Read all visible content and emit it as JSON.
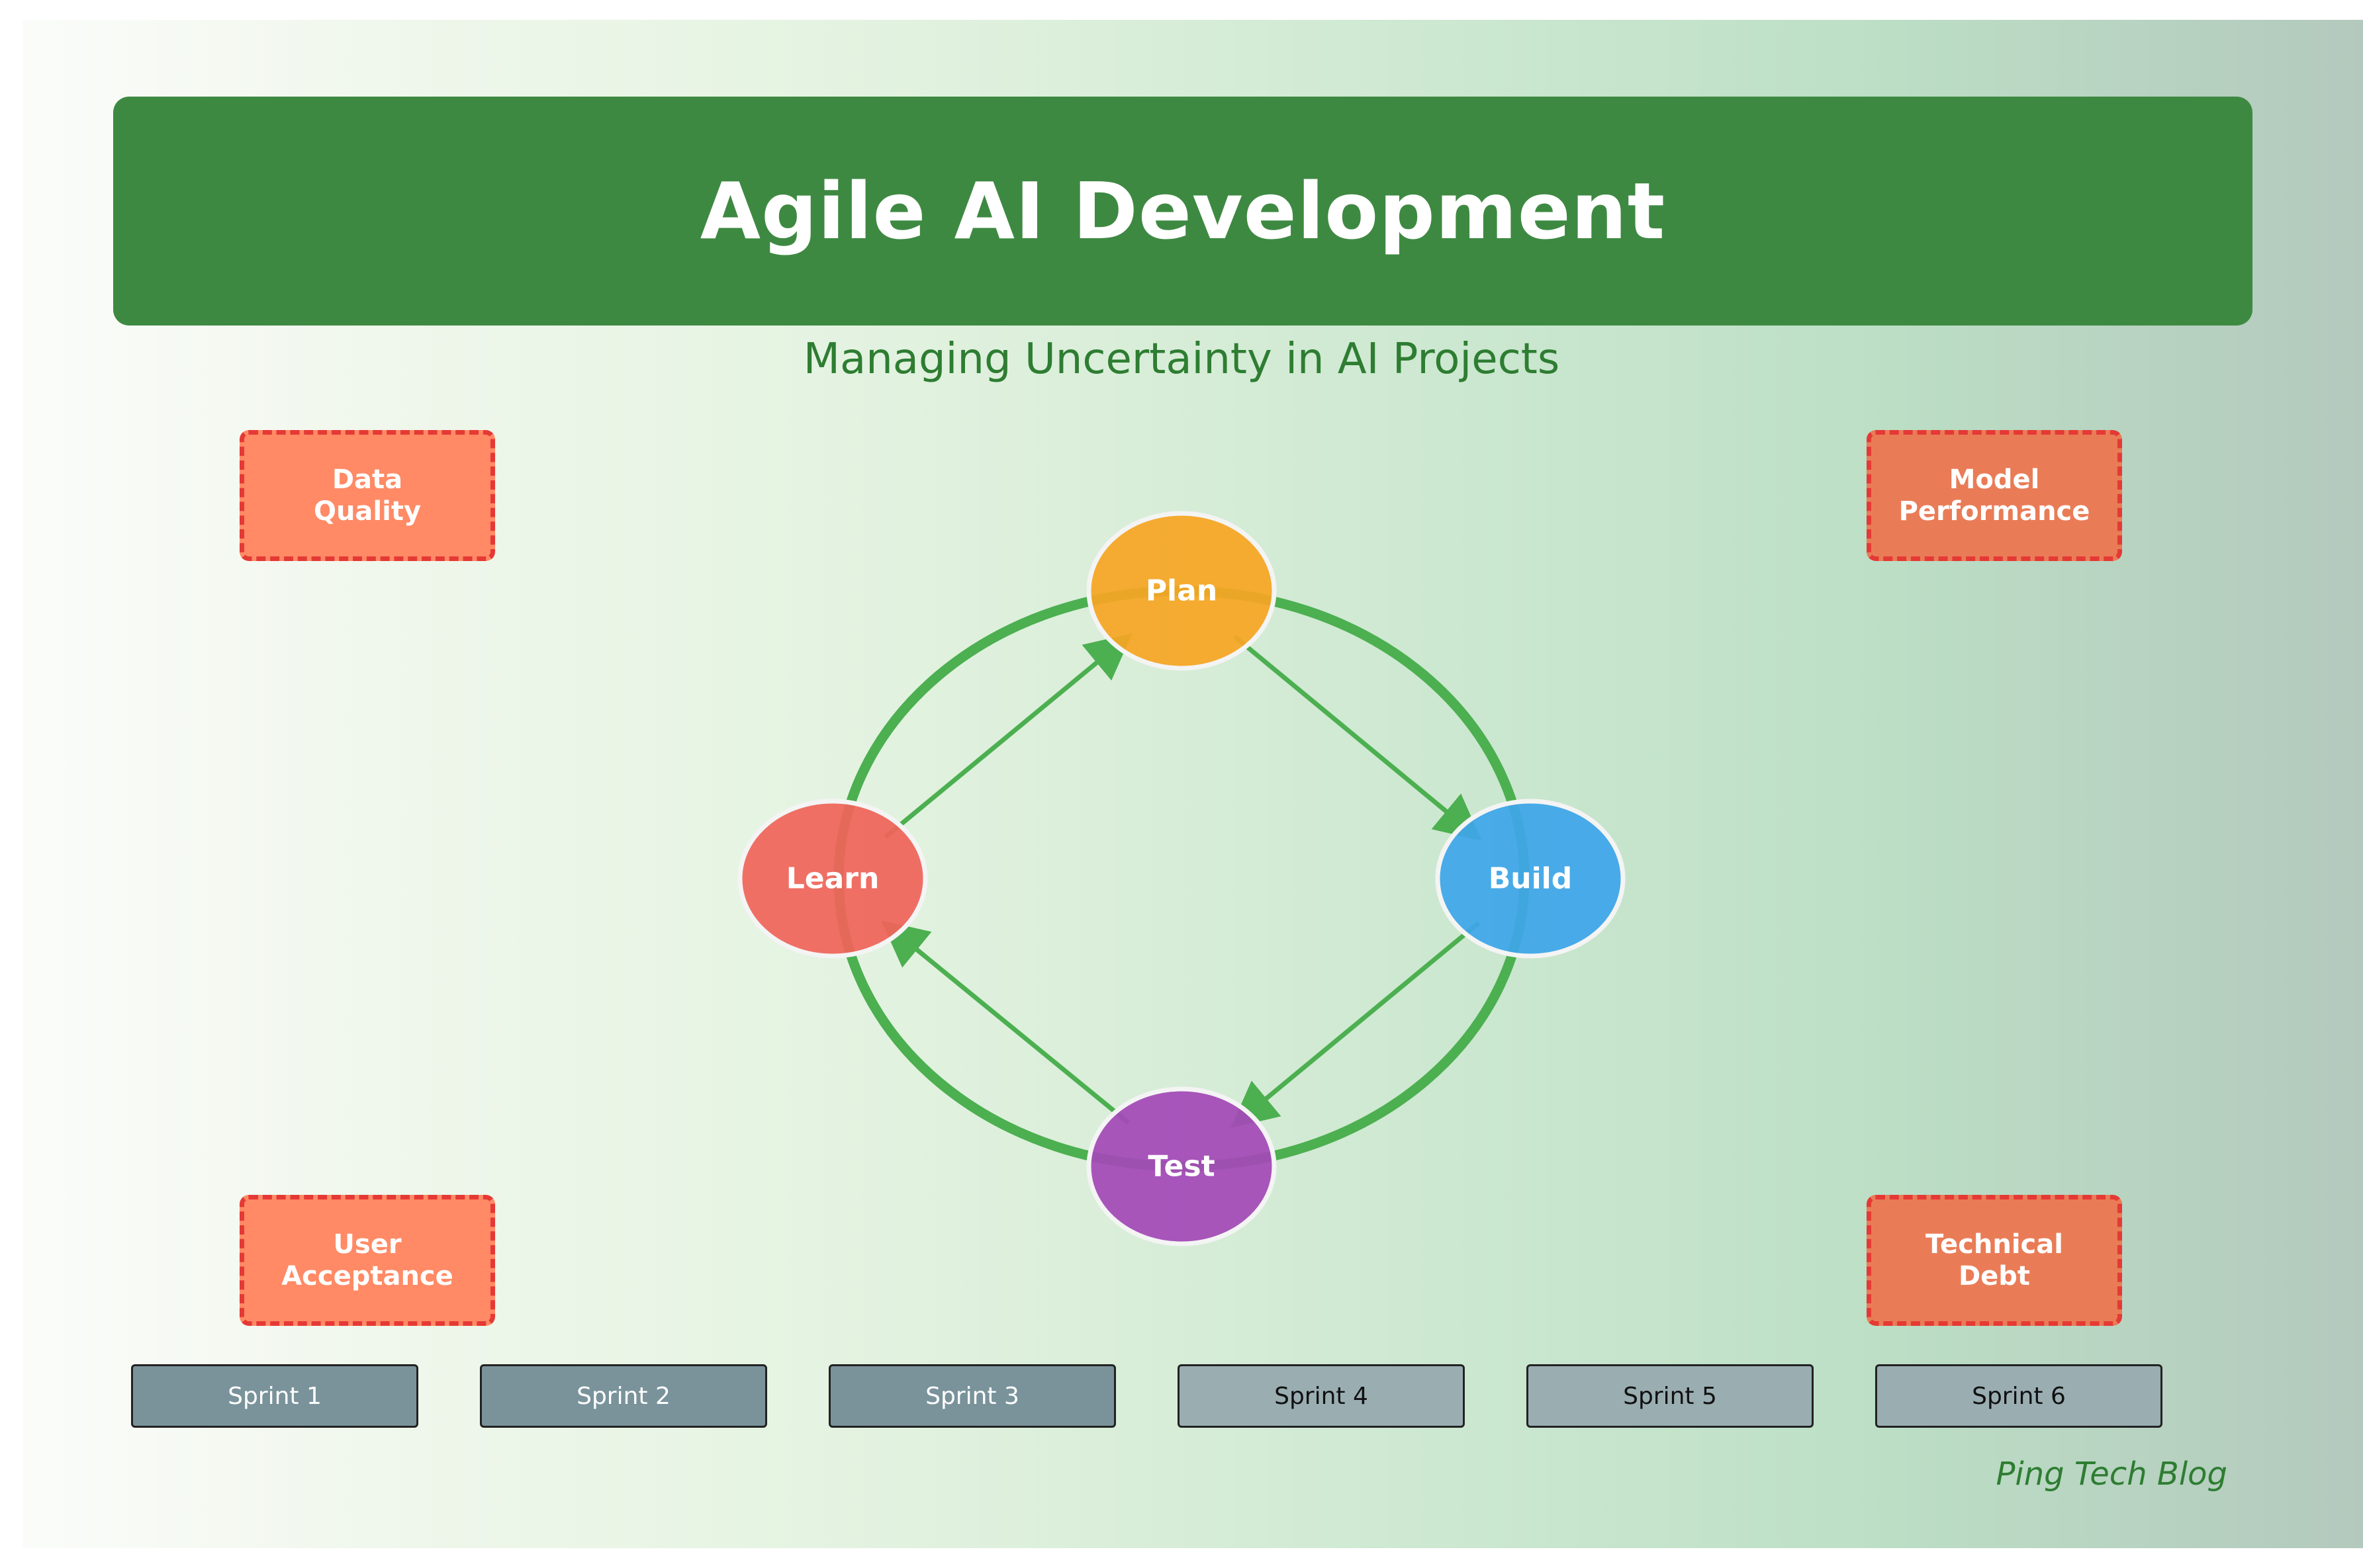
{
  "title": "Agile AI Development",
  "subtitle": "Managing Uncertainty in AI Projects",
  "cycle": {
    "stages": [
      {
        "id": "plan",
        "label": "Plan",
        "color": "#f6a623"
      },
      {
        "id": "build",
        "label": "Build",
        "color": "#3ea6e9"
      },
      {
        "id": "test",
        "label": "Test",
        "color": "#a449b7"
      },
      {
        "id": "learn",
        "label": "Learn",
        "color": "#f0645a"
      }
    ],
    "loop_color": "#4caf50",
    "arrow_color": "#4caf50"
  },
  "risks": [
    {
      "id": "data-quality",
      "label": "Data\nQuality"
    },
    {
      "id": "model-performance",
      "label": "Model\nPerformance"
    },
    {
      "id": "user-acceptance",
      "label": "User\nAcceptance"
    },
    {
      "id": "technical-debt",
      "label": "Technical\nDebt"
    }
  ],
  "sprints": [
    {
      "label": "Sprint 1",
      "status": "done"
    },
    {
      "label": "Sprint 2",
      "status": "done"
    },
    {
      "label": "Sprint 3",
      "status": "done"
    },
    {
      "label": "Sprint 4",
      "status": "todo"
    },
    {
      "label": "Sprint 5",
      "status": "todo"
    },
    {
      "label": "Sprint 6",
      "status": "todo"
    }
  ],
  "footer": "Ping Tech Blog",
  "colors": {
    "banner": "#3e8942",
    "accent_text": "#2e7d32",
    "risk_border": "#e53935"
  }
}
